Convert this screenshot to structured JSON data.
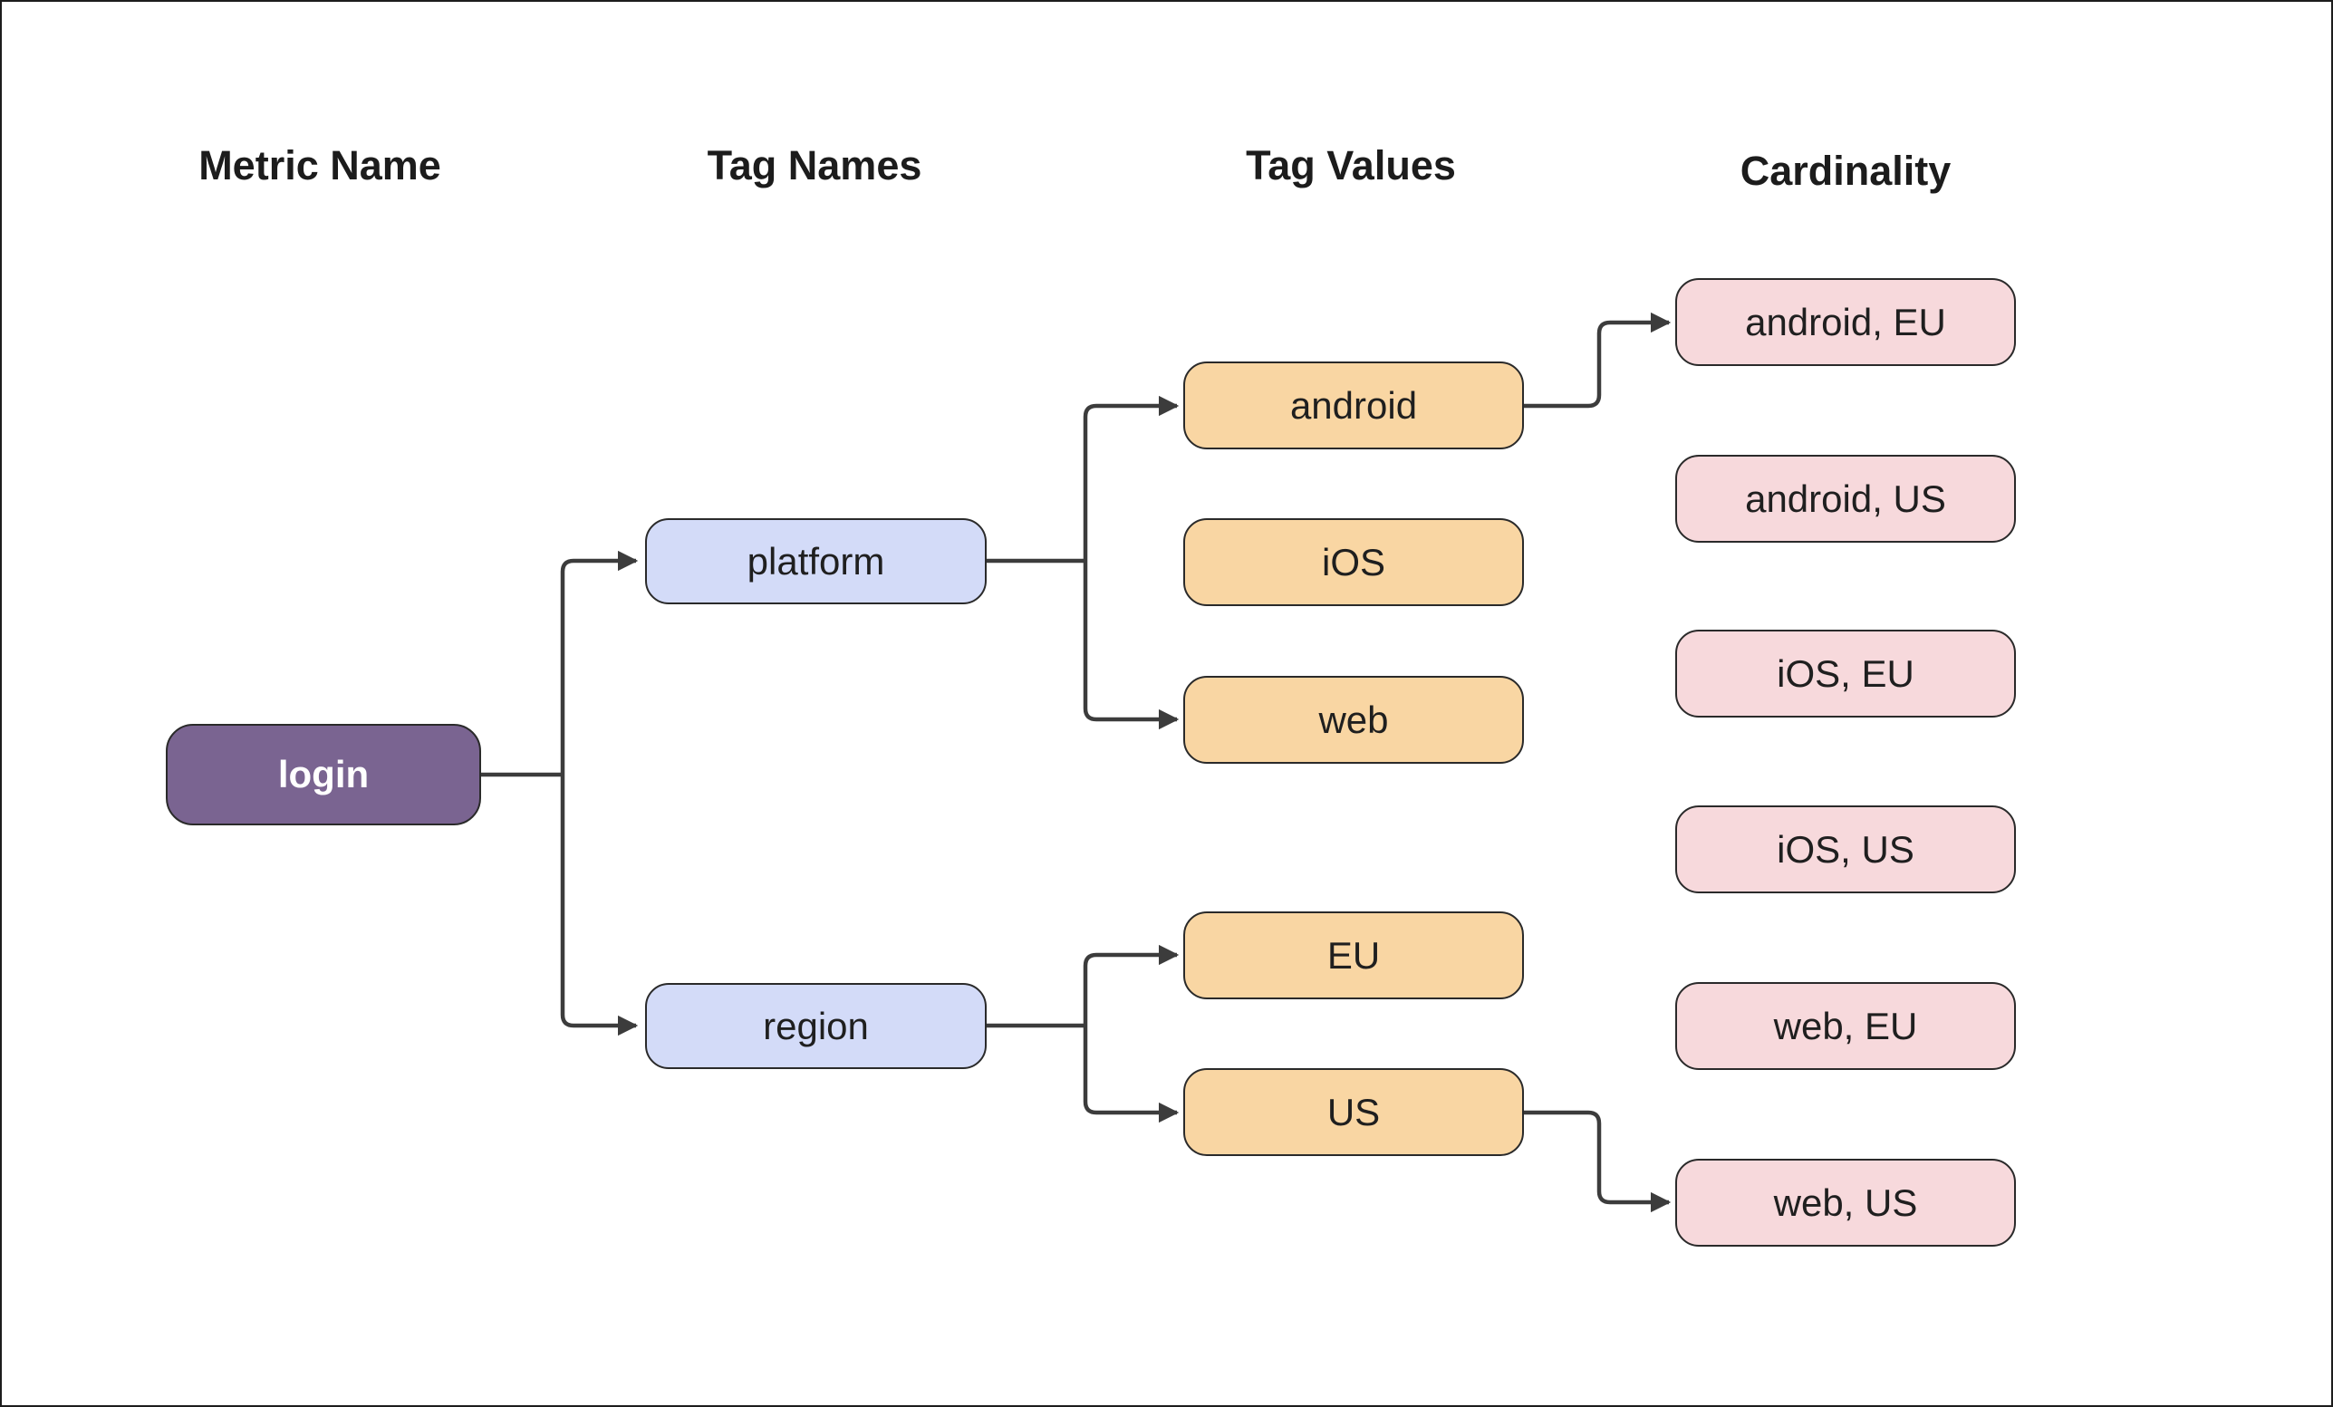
{
  "diagram": {
    "headers": [
      {
        "label": "Metric Name"
      },
      {
        "label": "Tag Names"
      },
      {
        "label": "Tag Values"
      },
      {
        "label": "Cardinality"
      }
    ],
    "metric": {
      "label": "login"
    },
    "tag_names": [
      {
        "label": "platform"
      },
      {
        "label": "region"
      }
    ],
    "tag_values": [
      {
        "label": "android"
      },
      {
        "label": "iOS"
      },
      {
        "label": "web"
      },
      {
        "label": "EU"
      },
      {
        "label": "US"
      }
    ],
    "cardinality": [
      {
        "label": "android, EU"
      },
      {
        "label": "android, US"
      },
      {
        "label": "iOS, EU"
      },
      {
        "label": "iOS, US"
      },
      {
        "label": "web, EU"
      },
      {
        "label": "web, US"
      }
    ]
  },
  "colors": {
    "metric_fill": "#7A6491",
    "metric_text": "#FFFFFF",
    "tag_name_fill": "#D3DBF8",
    "tag_value_fill": "#F9D6A3",
    "cardinality_fill": "#F7D9DC",
    "node_border": "#2A2A2A",
    "line": "#3C3C3C",
    "header_text": "#1C1C1C",
    "frame": "#1C1C1C",
    "background": "#FFFFFF"
  }
}
